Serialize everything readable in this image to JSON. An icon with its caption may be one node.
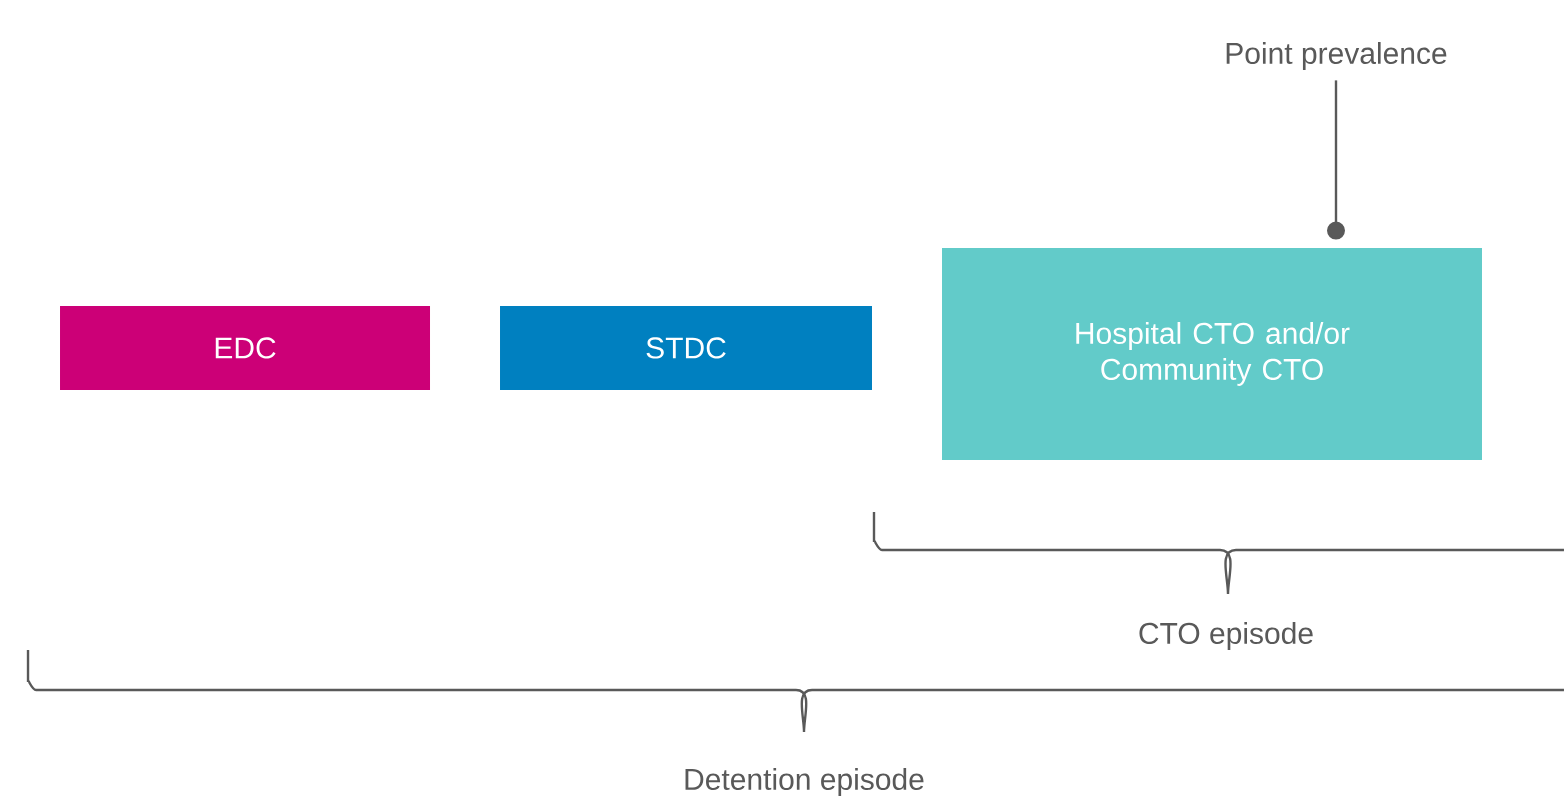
{
  "diagram": {
    "nodes": [
      {
        "text": [
          "EDC"
        ]
      },
      {
        "text": [
          "STDC"
        ]
      },
      {
        "text": [
          "Hospital CTO and/or Community CTO"
        ]
      },
      {
        "text": [
          "Point prevalence"
        ]
      }
    ],
    "edges": [
      {
        "from": 3,
        "to": 2,
        "arrow": "other"
      }
    ],
    "labels": [
      "CTO episode",
      "Detention episode"
    ]
  }
}
